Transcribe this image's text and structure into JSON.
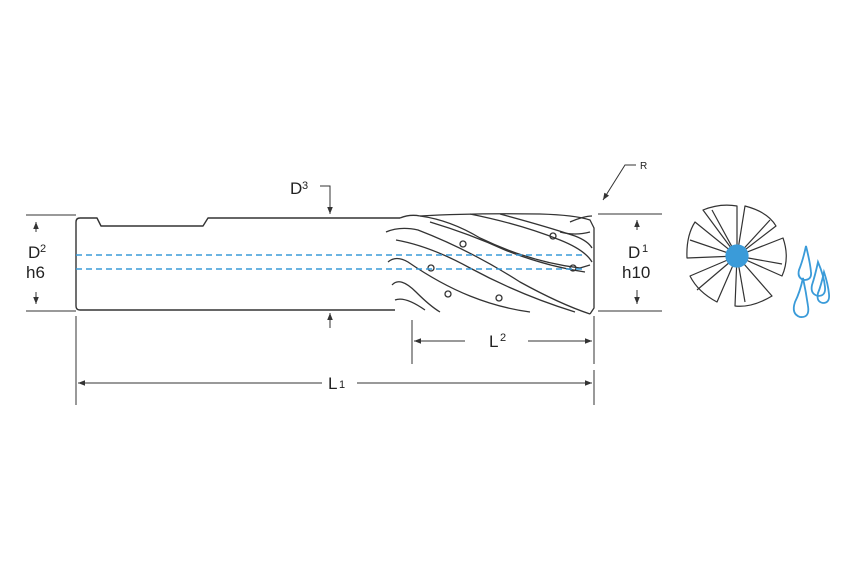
{
  "labels": {
    "d3": "D",
    "d3_sub": "3",
    "d2": "D",
    "d2_sub": "2",
    "d2_tol": "h6",
    "d1": "D",
    "d1_sup": "1",
    "d1_tol": "h10",
    "l1": "L",
    "l1_sub": "1",
    "l2": "L",
    "l2_sup": "2",
    "r": "R"
  },
  "colors": {
    "line": "#333333",
    "coolant": "#3a9bd9"
  },
  "icons": [
    "end-view-flutes-icon",
    "coolant-drops-icon"
  ]
}
